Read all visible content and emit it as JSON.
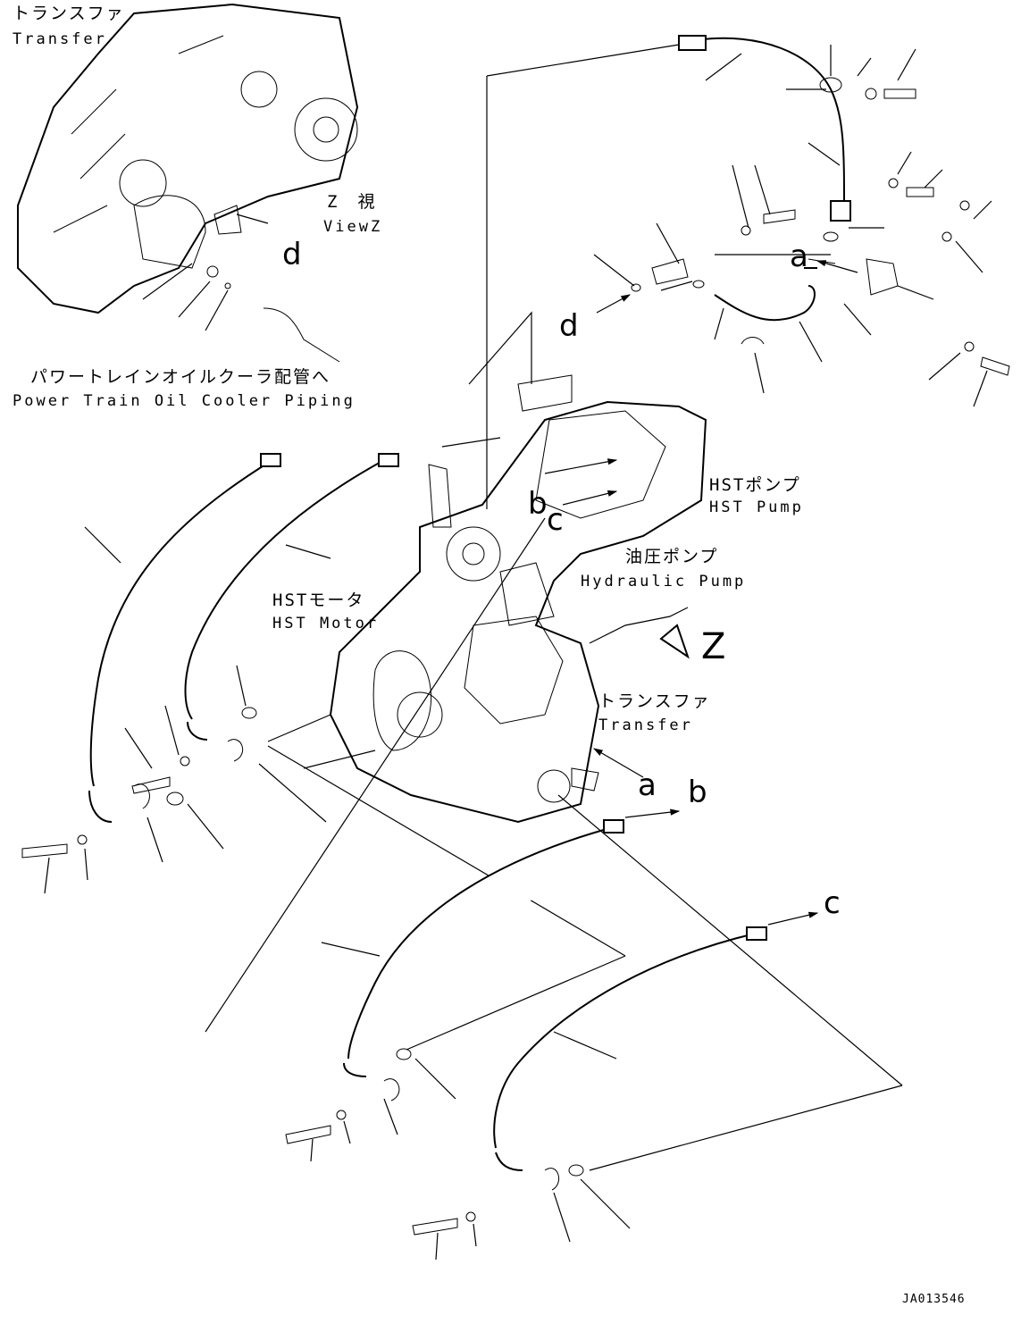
{
  "labels": {
    "transfer_top_ja": "トランスファ",
    "transfer_top_en": "Transfer",
    "view_z_ja": "Z　視",
    "view_z_en": "ViewZ",
    "oil_cooler_ja": "パワートレインオイルクーラ配管へ",
    "oil_cooler_en": "Power Train Oil Cooler Piping",
    "hst_pump_ja": "HSTポンプ",
    "hst_pump_en": "HST Pump",
    "hydraulic_pump_ja": "油圧ポンプ",
    "hydraulic_pump_en": "Hydraulic Pump",
    "hst_motor_ja": "HSTモータ",
    "hst_motor_en": "HST Motor",
    "transfer_mid_ja": "トランスファ",
    "transfer_mid_en": "Transfer",
    "z_arrow": "Z",
    "drawing_code": "JA013546"
  },
  "callouts": {
    "d_top": "d",
    "a_top": "a",
    "d_mid": "d",
    "b_mid": "b",
    "c_mid": "c",
    "a_low": "a",
    "b_low": "b",
    "c_low": "c"
  },
  "colors": {
    "line": "#000000",
    "background": "#ffffff"
  }
}
